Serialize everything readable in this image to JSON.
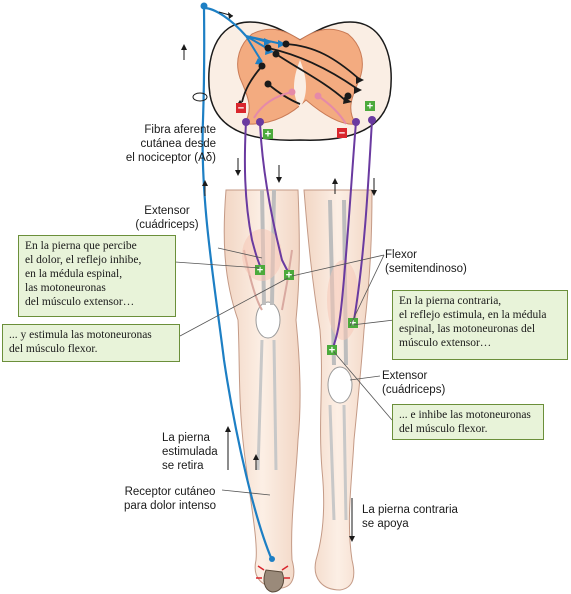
{
  "labels": {
    "afferent_fiber": [
      "Fibra aferente",
      "cutánea desde",
      "el nociceptor (Aδ)"
    ],
    "extensor_left": [
      "Extensor",
      "(cuádriceps)"
    ],
    "flexor": [
      "Flexor",
      "(semitendinoso)"
    ],
    "extensor_right": [
      "Extensor",
      "(cuádriceps)"
    ],
    "stimulated_leg": [
      "La pierna",
      "estimulada",
      "se retira"
    ],
    "receptor": [
      "Receptor cutáneo",
      "para dolor intenso"
    ],
    "contralateral_leg": [
      "La pierna contraria",
      "se apoya"
    ]
  },
  "boxes": {
    "left_top": [
      "En la pierna que percibe",
      "el dolor, el reflejo inhibe,",
      "en la médula espinal,",
      "las motoneuronas",
      "del músculo extensor…"
    ],
    "left_bottom": [
      "... y estimula las motoneuronas",
      "del músculo flexor."
    ],
    "right_top": [
      "En la pierna contraria,",
      "el reflejo estimula, en la médula",
      "espinal, las motoneuronas del",
      "músculo extensor…"
    ],
    "right_bottom": [
      "... e inhibe las motoneuronas",
      "del músculo flexor."
    ]
  },
  "synapse_signs": {
    "minus": "−",
    "plus": "+"
  },
  "colors": {
    "afferent": "#1d7fc4",
    "motor": "#6a3aa0",
    "interneuron": "#e58aa8",
    "excitatory": "#4caa3c",
    "inhibitory": "#d9262d",
    "box_fill": "#e8f3d9",
    "spinal_gray": "#f3ab80",
    "skin": "#fbeadf"
  }
}
